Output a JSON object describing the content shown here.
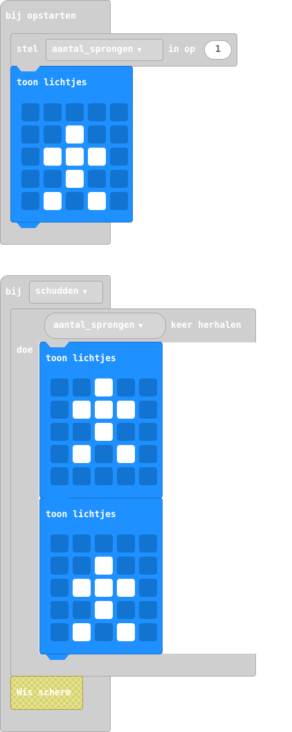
{
  "colors": {
    "event_grey": "#cfcfcf",
    "led_blue": "#1e90ff",
    "led_off": "#1274d0",
    "led_on": "#ffffff",
    "clear_yellow": "#d8d46a"
  },
  "on_start": {
    "hat_label": "bij opstarten",
    "set_block": {
      "label_set": "stel",
      "variable": "aantal_sprongen",
      "label_to": "in op",
      "value": "1"
    },
    "show_leds": {
      "label": "toon lichtjes",
      "pattern": [
        [
          0,
          0,
          0,
          0,
          0
        ],
        [
          0,
          0,
          1,
          0,
          0
        ],
        [
          0,
          1,
          1,
          1,
          0
        ],
        [
          0,
          0,
          1,
          0,
          0
        ],
        [
          0,
          1,
          0,
          1,
          0
        ]
      ]
    }
  },
  "on_shake": {
    "label_on": "bij",
    "gesture": "schudden",
    "repeat_block": {
      "variable": "aantal_sprongen",
      "label_repeat": "keer herhalen",
      "label_do": "doe"
    },
    "show_leds_1": {
      "label": "toon lichtjes",
      "pattern": [
        [
          0,
          0,
          1,
          0,
          0
        ],
        [
          0,
          1,
          1,
          1,
          0
        ],
        [
          0,
          0,
          1,
          0,
          0
        ],
        [
          0,
          1,
          0,
          1,
          0
        ],
        [
          0,
          0,
          0,
          0,
          0
        ]
      ]
    },
    "show_leds_2": {
      "label": "toon lichtjes",
      "pattern": [
        [
          0,
          0,
          0,
          0,
          0
        ],
        [
          0,
          0,
          1,
          0,
          0
        ],
        [
          0,
          1,
          1,
          1,
          0
        ],
        [
          0,
          0,
          1,
          0,
          0
        ],
        [
          0,
          1,
          0,
          1,
          0
        ]
      ]
    },
    "clear_screen": {
      "label": "Wis scherm"
    }
  }
}
